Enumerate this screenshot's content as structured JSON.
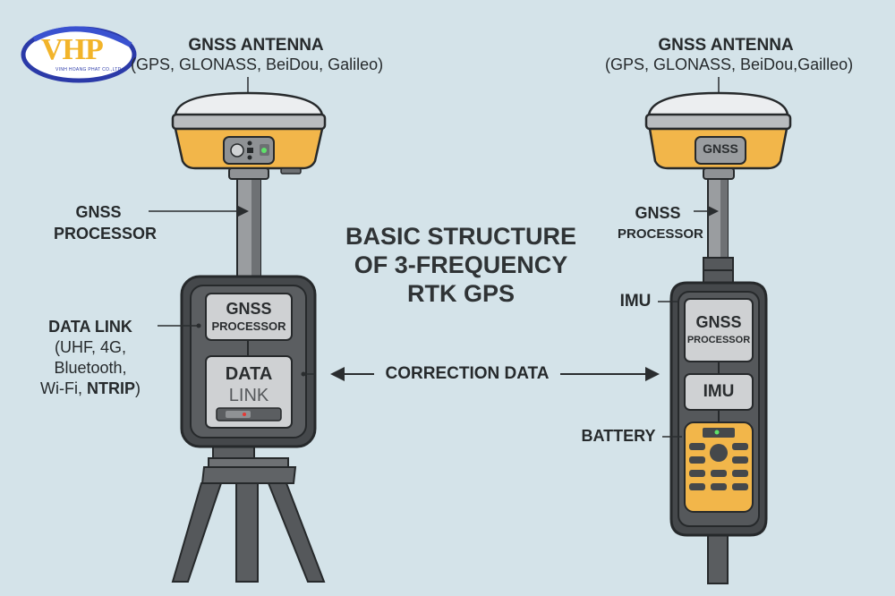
{
  "logo": {
    "text": "VHP",
    "subtitle": "VINH HOANG PHAT CO.,LTD"
  },
  "title": {
    "line1": "BASIC STRUCTURE",
    "line2": "OF 3-FREQUENCY",
    "line3": "RTK GPS"
  },
  "left_device": {
    "antenna_label": "GNSS ANTENNA",
    "antenna_sub": "(GPS, GLONASS, BeiDou, Galileo)",
    "processor_label_line1": "GNSS",
    "processor_label_line2": "PROCESSOR",
    "datalink_label": "DATA LINK",
    "datalink_sub_line1": "(UHF, 4G,",
    "datalink_sub_line2": "Bluetooth,",
    "datalink_sub_line3_a": "Wi-Fi, ",
    "datalink_sub_line3_b": "NTRIP",
    "datalink_sub_line3_c": ")",
    "box_processor_line1": "GNSS",
    "box_processor_line2": "PROCESSOR",
    "box_datalink_line1": "DATA",
    "box_datalink_line2": "LINK"
  },
  "right_device": {
    "antenna_label": "GNSS ANTENNA",
    "antenna_sub": "(GPS, GLONASS, BeiDou,Gailleo)",
    "antenna_badge": "GNSS",
    "processor_label_line1": "GNSS",
    "processor_label_line2": "PROCESSOR",
    "imu_label": "IMU",
    "battery_label": "BATTERY",
    "box_processor_line1": "GNSS",
    "box_processor_line2": "PROCESSOR",
    "box_imu": "IMU"
  },
  "correction_label": "CORRECTION DATA",
  "colors": {
    "background": "#d4e3e9",
    "device_body": "#4a4d50",
    "device_outline": "#26292b",
    "antenna_yellow": "#f2b64a",
    "antenna_dome": "#e8eaec",
    "panel_gray": "#cfd1d3",
    "led_green": "#5fe26a",
    "led_red": "#e53935",
    "logo_blue": "#2b3aa8",
    "logo_yellow": "#f2b42a"
  }
}
